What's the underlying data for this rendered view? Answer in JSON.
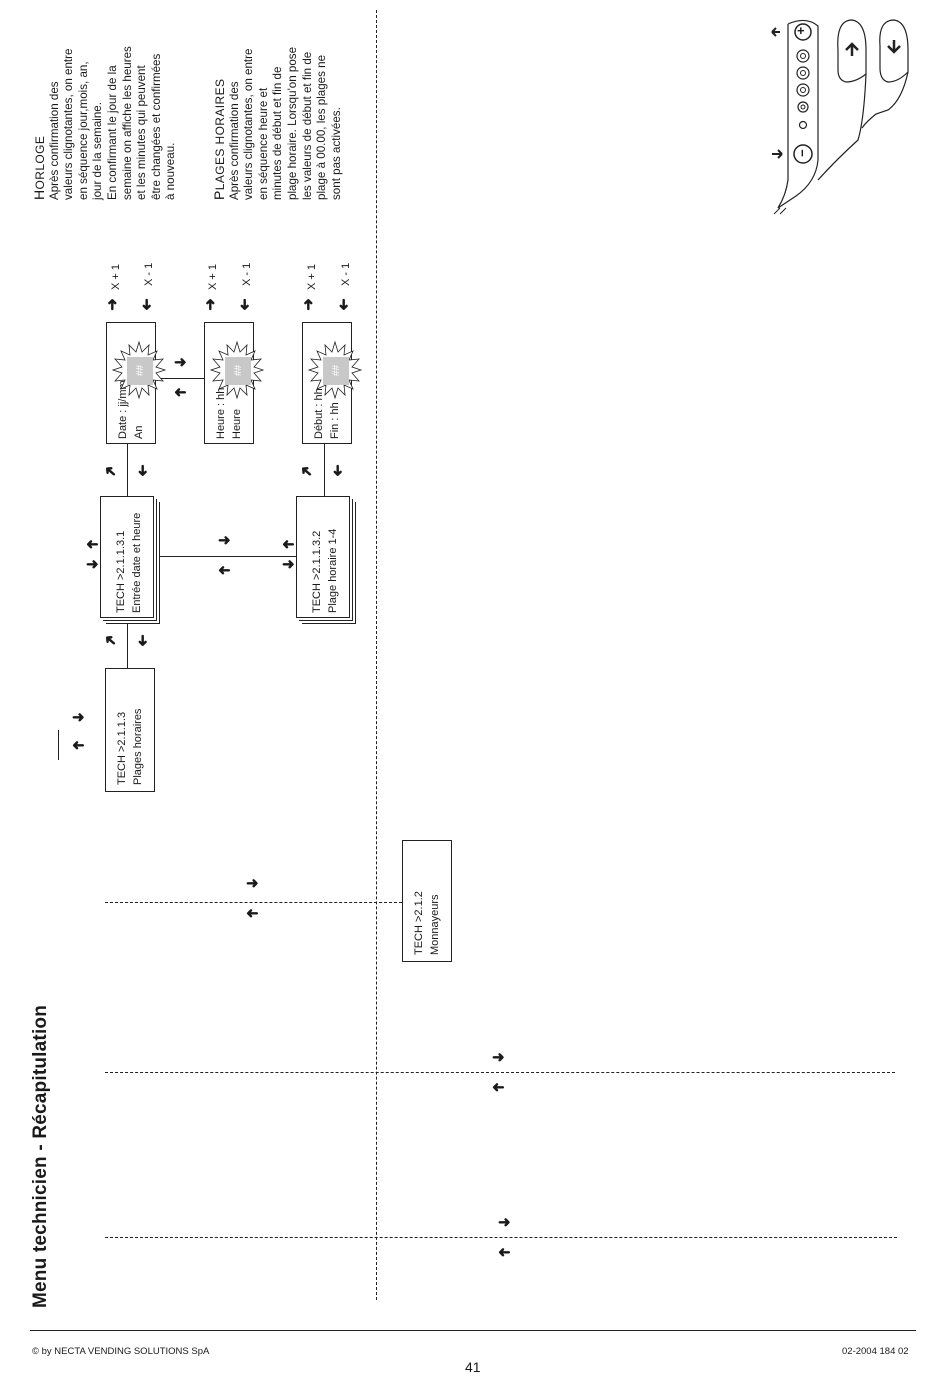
{
  "page_title": "Menu technicien - Récapitulation",
  "boxes": {
    "b2113": {
      "line1": "TECH >2.1.1.3",
      "line2": "Plages horaires"
    },
    "b21131": {
      "line1": "TECH >2.1.1.3.1",
      "line2": "Entrée date et heure"
    },
    "b21132": {
      "line1": "TECH >2.1.1.3.2",
      "line2": "Plage horaire 1-4"
    },
    "b212": {
      "line1": "TECH >2.1.2",
      "line2": "Monnayeurs"
    },
    "date": {
      "line1": "Date : jj/mm",
      "line2": "An"
    },
    "heure": {
      "line1": "Heure : hh",
      "line2": "Heure"
    },
    "debut": {
      "line1": "Début : hh",
      "line2": "Fin : hh"
    }
  },
  "flash_symbol": "##",
  "labels": {
    "x_plus": "X + 1",
    "x_minus": "X - 1"
  },
  "horloge": {
    "heading_initial": "H",
    "heading_rest": "ORLOGE",
    "lines": [
      "Après confirmation des",
      "valeurs clignotantes, on entre",
      "en séquence jour,mois, an,",
      "jour de la semaine.",
      "En confirmant le jour de la",
      "semaine on affiche les heures",
      "et les minutes qui peuvent",
      "être changées et confirmées",
      "à nouveau."
    ]
  },
  "plages": {
    "heading_initial": "P",
    "heading_rest": "LAGES  HORAIRES",
    "lines": [
      "Après confirmation des",
      "valeurs clignotantes, on entre",
      "en séquence heure et",
      "minutes de début et fin de",
      "plage horaire. Lorsqu'on pose",
      "les valeurs de début et fin de",
      "plage à 00.00, les plages ne",
      "sont pas activées."
    ]
  },
  "keypad": {
    "plus_symbol": "+",
    "minus_symbol": "−"
  },
  "footer": {
    "copyright": "© by NECTA VENDING SOLUTIONS SpA",
    "page_number": "41",
    "doc_code": "02-2004 184 02"
  },
  "arrows": {
    "right": "➜",
    "left": "➜"
  }
}
